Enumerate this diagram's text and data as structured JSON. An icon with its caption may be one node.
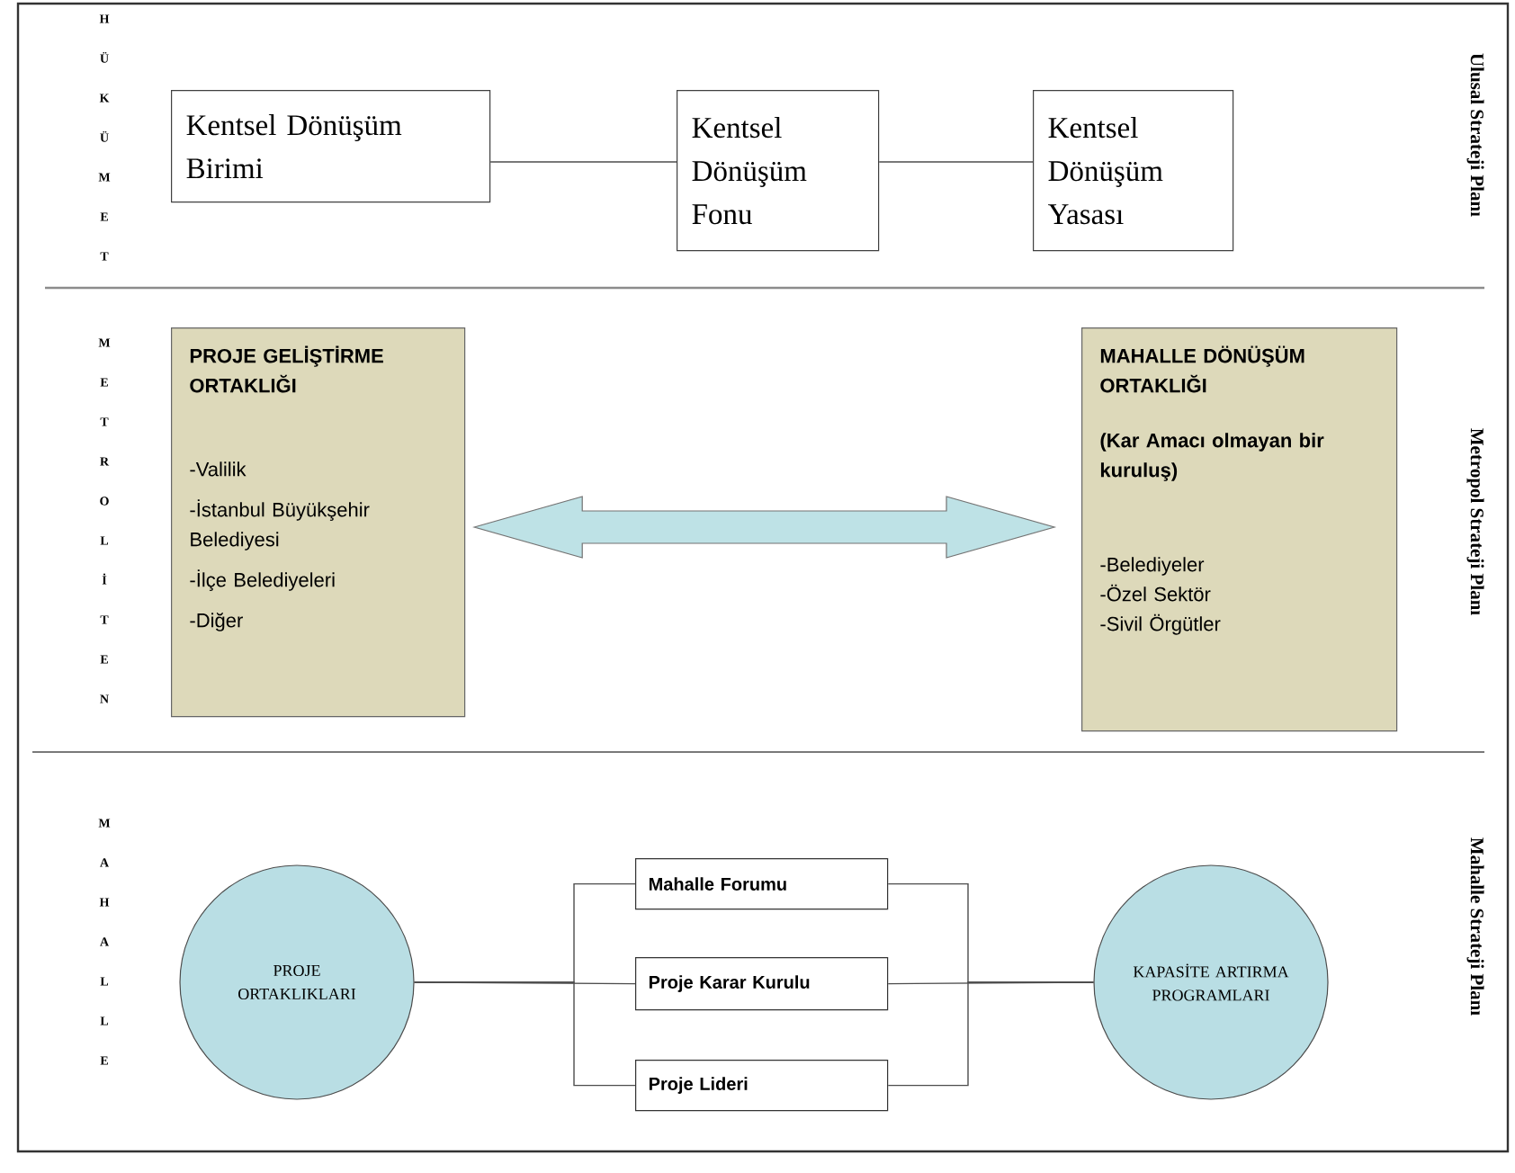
{
  "diagram": {
    "nodes": [
      {
        "text": [
          "Kentsel Dönüşüm Birimi"
        ]
      },
      {
        "text": [
          "Kentsel Dönüşüm Fonu"
        ]
      },
      {
        "text": [
          "Kentsel Dönüşüm Yasası"
        ]
      },
      {
        "text": [
          "PROJE GELİŞTİRME ORTAKLIĞI",
          "-Valilik",
          "-İstanbul Büyükşehir Belediyesi",
          "-İlçe Belediyeleri",
          "-Diğer"
        ]
      },
      {
        "text": [
          "MAHALLE DÖNÜŞÜM ORTAKLIĞI",
          "(Kar Amacı olmayan bir kuruluş)",
          "-Belediyeler",
          "-Özel Sektör",
          "-Sivil Örgütler"
        ]
      },
      {
        "text": [
          "PROJE ORTAKLIKLARI"
        ]
      },
      {
        "text": [
          "Mahalle Forumu"
        ]
      },
      {
        "text": [
          "Proje Karar Kurulu"
        ]
      },
      {
        "text": [
          "Proje Lideri"
        ]
      },
      {
        "text": [
          "KAPASİTE ARTIRMA PROGRAMLARI"
        ]
      }
    ],
    "edges": [
      {
        "from": 0,
        "to": 1,
        "arrow": "none"
      },
      {
        "from": 1,
        "to": 2,
        "arrow": "none"
      },
      {
        "from": 3,
        "to": 4,
        "arrow": "both"
      },
      {
        "from": 5,
        "to": 6,
        "arrow": "none"
      },
      {
        "from": 5,
        "to": 7,
        "arrow": "none"
      },
      {
        "from": 5,
        "to": 8,
        "arrow": "none"
      },
      {
        "from": 6,
        "to": 9,
        "arrow": "none"
      },
      {
        "from": 7,
        "to": 9,
        "arrow": "none"
      },
      {
        "from": 8,
        "to": 9,
        "arrow": "none"
      }
    ],
    "labels": [
      "HÜKÜMET",
      "Ulusal Strateji Planı",
      "METROLİTEN",
      "Metropol Strateji Planı",
      "MAHALLE",
      "Mahalle Strateji Planı"
    ]
  }
}
